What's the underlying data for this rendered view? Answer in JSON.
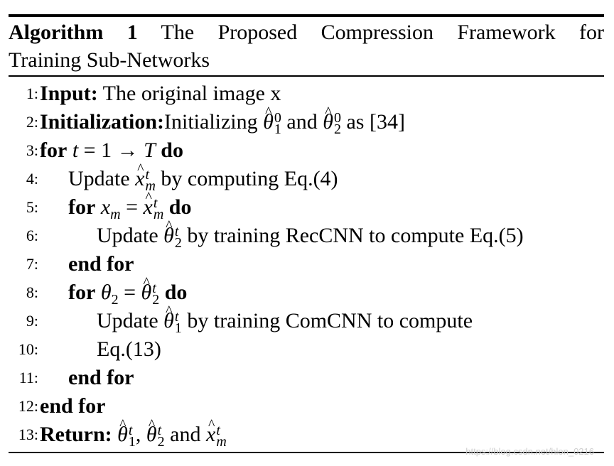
{
  "caption": {
    "bold": "Algorithm 1",
    "text1": "The Proposed Compression Framework for",
    "text2": "Training Sub-Networks"
  },
  "lines": [
    {
      "num": "1:",
      "text": "Input: The original image x"
    },
    {
      "num": "2:",
      "text": "Initialization:Initializing θ̂₁⁰ and θ̂₂⁰ as [34]"
    },
    {
      "num": "3:",
      "text": "for t = 1 → T do"
    },
    {
      "num": "4:",
      "text": "Update x̂ₘᵗ by computing Eq.(4)"
    },
    {
      "num": "5:",
      "text": "for xₘ = x̂ₘᵗ do"
    },
    {
      "num": "6:",
      "text": "Update θ̂₂ᵗ by training RecCNN to compute Eq.(5)"
    },
    {
      "num": "7:",
      "text": "end for"
    },
    {
      "num": "8:",
      "text": "for θ₂ = θ̂₂ᵗ do"
    },
    {
      "num": "9:",
      "text": "Update θ̂₁ᵗ by training ComCNN to compute"
    },
    {
      "num": "10:",
      "text": "Eq.(13)"
    },
    {
      "num": "11:",
      "text": "end for"
    },
    {
      "num": "12:",
      "text": "end for"
    },
    {
      "num": "13:",
      "text": "Return: θ̂₁ᵗ, θ̂₂ᵗ and x̂ₘᵗ"
    }
  ],
  "watermark": "https://blog.csdn.net/hlon_0216"
}
